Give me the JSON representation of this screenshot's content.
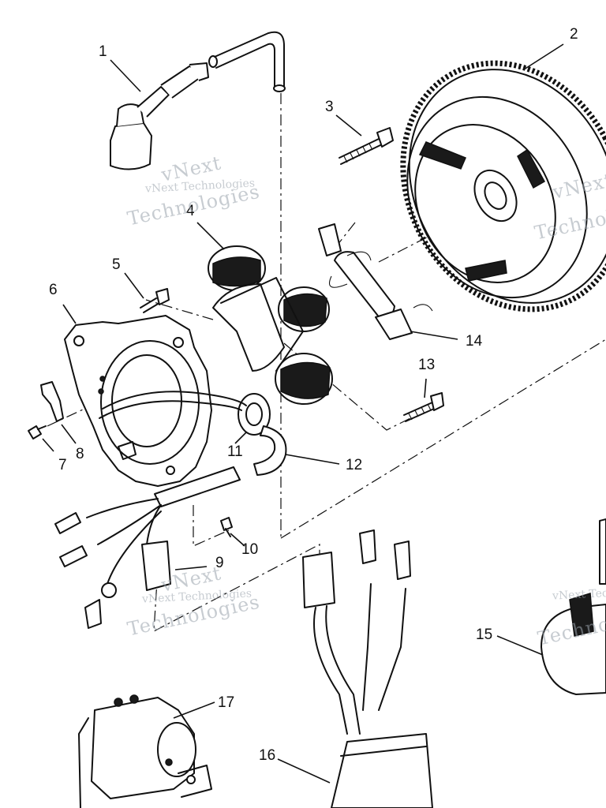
{
  "diagram": {
    "callouts": [
      {
        "id": "1",
        "text": "1"
      },
      {
        "id": "2",
        "text": "2"
      },
      {
        "id": "3",
        "text": "3"
      },
      {
        "id": "4",
        "text": "4"
      },
      {
        "id": "5",
        "text": "5"
      },
      {
        "id": "6",
        "text": "6"
      },
      {
        "id": "7",
        "text": "7"
      },
      {
        "id": "8",
        "text": "8"
      },
      {
        "id": "9",
        "text": "9"
      },
      {
        "id": "10",
        "text": "10"
      },
      {
        "id": "11",
        "text": "11"
      },
      {
        "id": "12",
        "text": "12"
      },
      {
        "id": "13",
        "text": "13"
      },
      {
        "id": "14",
        "text": "14"
      },
      {
        "id": "15",
        "text": "15"
      },
      {
        "id": "16",
        "text": "16"
      },
      {
        "id": "17",
        "text": "17"
      }
    ],
    "watermark": {
      "line1": "vNext",
      "line2": "Technologies",
      "full": "vNext Technologies"
    }
  }
}
